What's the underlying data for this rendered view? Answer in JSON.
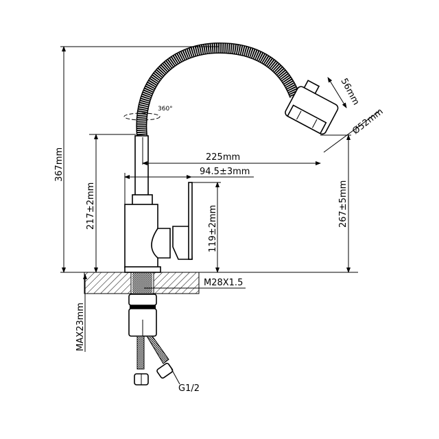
{
  "title": "Faucet dimension drawing",
  "dimensions": {
    "total_height": "367mm",
    "spout_height": "217±2mm",
    "reach": "225mm",
    "handle_offset": "94.5±3mm",
    "handle_height": "119±2mm",
    "head_height": "267±5mm",
    "head_length": "56mm",
    "head_diameter": "Ø52mm",
    "rotation": "360°",
    "thread": "M28X1.5",
    "max_counter": "MAX23mm",
    "hose_connector": "G1/2"
  },
  "colors": {
    "line": "#000000",
    "background": "#ffffff"
  }
}
